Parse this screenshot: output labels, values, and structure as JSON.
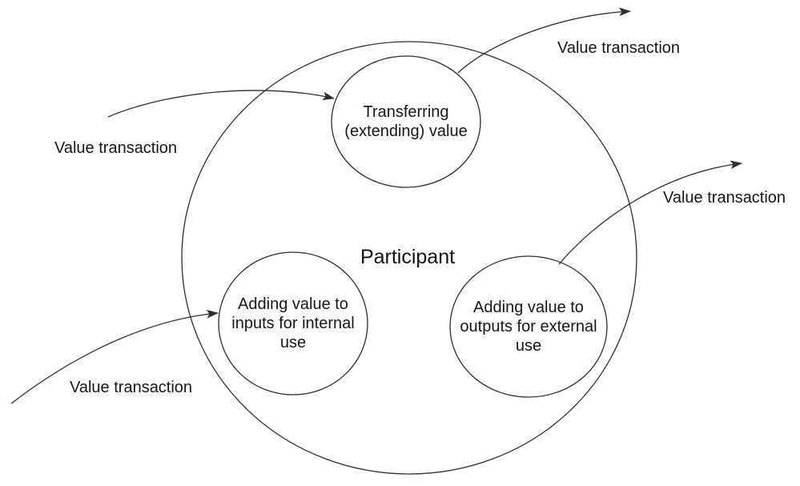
{
  "diagram": {
    "type": "concept-diagram",
    "title": "Participant",
    "boundary": {
      "label": "Participant",
      "description": "large enclosing circle"
    },
    "nodes": [
      {
        "id": "transferring-value",
        "label": "Transferring (extending) value"
      },
      {
        "id": "adding-value-internal",
        "label": "Adding value to inputs for internal use"
      },
      {
        "id": "adding-value-external",
        "label": "Adding value to outputs for external use"
      }
    ],
    "edges": [
      {
        "id": "incoming-top-left",
        "label": "Value transaction",
        "direction": "into Transferring (extending) value"
      },
      {
        "id": "outgoing-top-right",
        "label": "Value transaction",
        "direction": "out of Transferring (extending) value"
      },
      {
        "id": "outgoing-right",
        "label": "Value transaction",
        "direction": "out of Adding value to outputs for external use"
      },
      {
        "id": "incoming-bottom-left",
        "label": "Value transaction",
        "direction": "into Adding value to inputs for internal use"
      }
    ],
    "colors": {
      "line": "#2e2e2e",
      "text": "#161616",
      "background": "#ffffff"
    }
  }
}
